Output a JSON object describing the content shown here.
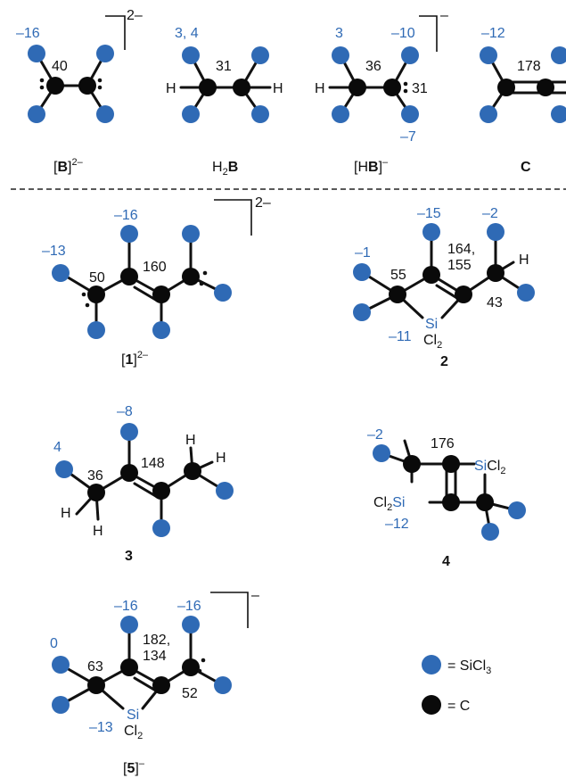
{
  "colors": {
    "carbon": "#0a0a0a",
    "silyl": "#2f6ab5",
    "bond": "#111111"
  },
  "top": {
    "B": {
      "charge": "2–",
      "label_bracket_open": "[",
      "label_bold": "B",
      "label_bracket_close": "]",
      "label_sup": "2–",
      "shift_c": "40",
      "shift_si": "–16"
    },
    "H2B": {
      "label_pre": "H",
      "label_sub": "2",
      "label_bold": "B",
      "shift_c": "31",
      "shift_si": "3, 4",
      "h_left": "H",
      "h_right": "H"
    },
    "HB": {
      "charge": "–",
      "label_bracket_open": "[H",
      "label_bold": "B",
      "label_bracket_close": "]",
      "label_sup": "–",
      "shift_c_left": "36",
      "shift_c_right": "31",
      "shift_si_left": "3",
      "shift_si_right_top": "–10",
      "shift_si_right_bottom": "–7",
      "h_left": "H"
    },
    "C": {
      "label_bold": "C",
      "shift_c": "178",
      "shift_si": "–12"
    }
  },
  "compound1": {
    "charge": "2–",
    "label_bracket_open": "[",
    "label_bold": "1",
    "label_bracket_close": "]",
    "label_sup": "2–",
    "shift_c_left": "50",
    "shift_c_mid": "160",
    "shift_si_left": "–13",
    "shift_si_mid": "–16"
  },
  "compound2": {
    "label_bold": "2",
    "shift_c_left": "55",
    "shift_c_mid": "164,",
    "shift_c_mid2": "155",
    "shift_c_right": "43",
    "shift_si_left": "–1",
    "shift_si_mid": "–15",
    "shift_si_right": "–2",
    "shift_si_ring": "–11",
    "ring_si": "Si",
    "ring_cl": "Cl",
    "ring_cl_sub": "2",
    "h": "H"
  },
  "compound3": {
    "label_bold": "3",
    "shift_c_left": "36",
    "shift_c_mid": "148",
    "shift_si_left": "4",
    "shift_si_mid": "–8",
    "h_left": "H",
    "h_bottom": "H",
    "h_top": "H",
    "h_right": "H"
  },
  "compound4": {
    "label_bold": "4",
    "shift_c": "176",
    "shift_si_top": "–2",
    "shift_si_ring": "–12",
    "ring_si_right": "Si",
    "ring_cl_right": "Cl",
    "ring_cl_right_sub": "2",
    "ring_cl_left": "Cl",
    "ring_cl_left_sub": "2",
    "ring_si_left": "Si"
  },
  "compound5": {
    "charge": "–",
    "label_bracket_open": "[",
    "label_bold": "5",
    "label_bracket_close": "]",
    "label_sup": "–",
    "shift_c_left": "63",
    "shift_c_mid": "182,",
    "shift_c_mid2": "134",
    "shift_c_right": "52",
    "shift_si_left": "0",
    "shift_si_mid": "–16",
    "shift_si_right": "–16",
    "shift_si_ring": "–13",
    "ring_si": "Si",
    "ring_cl": "Cl",
    "ring_cl_sub": "2"
  },
  "legend": {
    "silyl_eq": "= SiCl",
    "silyl_sub": "3",
    "carbon_eq": "= C"
  }
}
